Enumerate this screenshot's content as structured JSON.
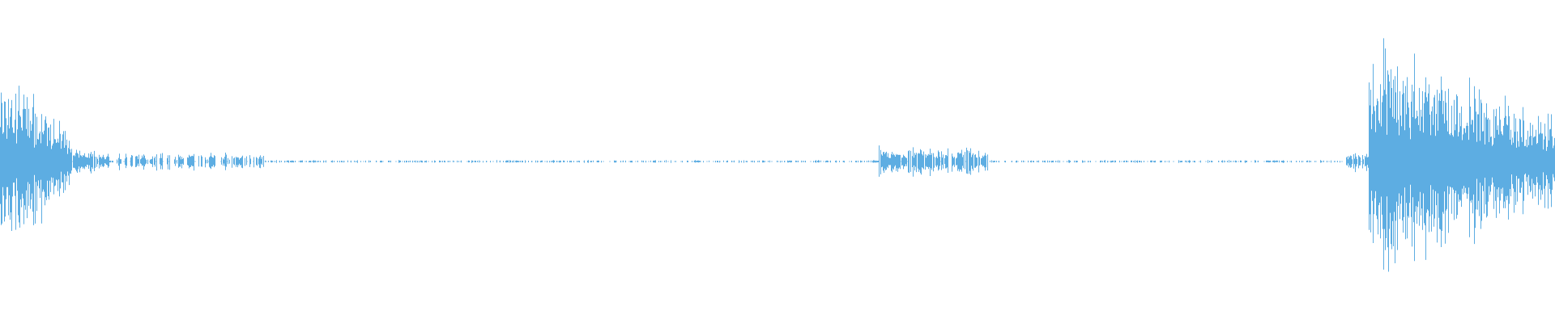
{
  "waveform": {
    "color": "#5dade2",
    "background": "#ffffff",
    "segments": [
      {
        "name": "onset-burst",
        "start": 0.0,
        "end": 0.045,
        "peak": 0.62,
        "decay": 0.75,
        "density": 1.0
      },
      {
        "name": "onset-tail",
        "start": 0.045,
        "end": 0.07,
        "peak": 0.1,
        "decay": 0.6,
        "density": 0.9
      },
      {
        "name": "mid-blips-left",
        "start": 0.075,
        "end": 0.17,
        "peak": 0.05,
        "decay": 0.0,
        "density": 0.6
      },
      {
        "name": "quiet-left",
        "start": 0.17,
        "end": 0.565,
        "peak": 0.008,
        "decay": 0.0,
        "density": 0.35
      },
      {
        "name": "center-blip",
        "start": 0.565,
        "end": 0.635,
        "peak": 0.09,
        "decay": 0.2,
        "density": 0.85
      },
      {
        "name": "quiet-right",
        "start": 0.635,
        "end": 0.86,
        "peak": 0.008,
        "decay": 0.0,
        "density": 0.35
      },
      {
        "name": "pre-burst",
        "start": 0.865,
        "end": 0.88,
        "peak": 0.06,
        "decay": 0.0,
        "density": 0.8
      },
      {
        "name": "end-burst",
        "start": 0.88,
        "end": 1.0,
        "peak": 0.72,
        "decay": 0.65,
        "density": 1.0
      }
    ]
  }
}
